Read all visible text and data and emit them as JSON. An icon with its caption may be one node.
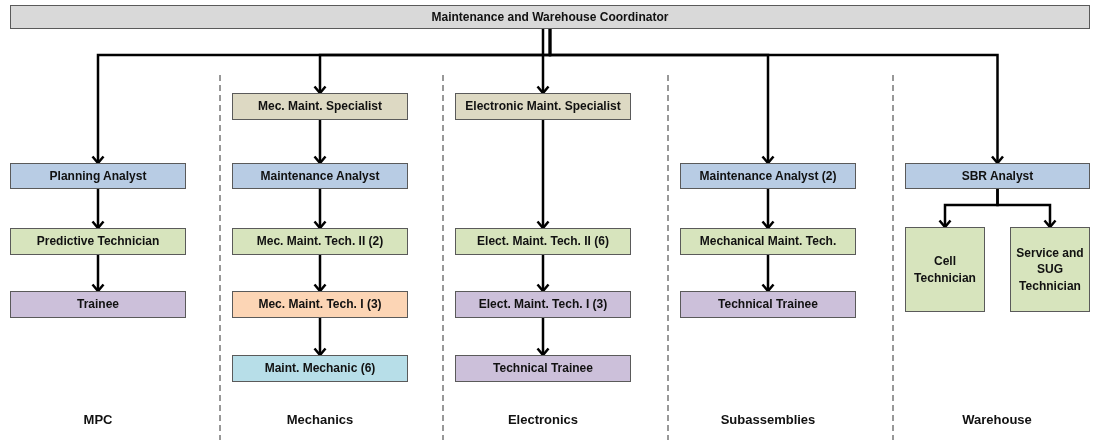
{
  "diagram": {
    "nodes": [
      {
        "text": [
          "Maintenance and Warehouse Coordinator"
        ]
      },
      {
        "text": [
          "Planning Analyst"
        ]
      },
      {
        "text": [
          "Predictive Technician"
        ]
      },
      {
        "text": [
          "Trainee"
        ]
      },
      {
        "text": [
          "Mec. Maint. Specialist"
        ]
      },
      {
        "text": [
          "Maintenance Analyst"
        ]
      },
      {
        "text": [
          "Mec. Maint. Tech. II (2)"
        ]
      },
      {
        "text": [
          "Mec. Maint. Tech. I (3)"
        ]
      },
      {
        "text": [
          "Maint. Mechanic (6)"
        ]
      },
      {
        "text": [
          "Electronic Maint. Specialist"
        ]
      },
      {
        "text": [
          "Elect. Maint. Tech. II (6)"
        ]
      },
      {
        "text": [
          "Elect. Maint. Tech. I (3)"
        ]
      },
      {
        "text": [
          "Technical Trainee"
        ]
      },
      {
        "text": [
          "Maintenance Analyst (2)"
        ]
      },
      {
        "text": [
          "Mechanical Maint. Tech."
        ]
      },
      {
        "text": [
          "Technical Trainee"
        ]
      },
      {
        "text": [
          "SBR Analyst"
        ]
      },
      {
        "text": [
          "Cell Technician"
        ]
      },
      {
        "text": [
          "Service and SUG Technician"
        ]
      }
    ],
    "edges": [
      {
        "from": 0,
        "to": 1,
        "arrow": "to"
      },
      {
        "from": 0,
        "to": 4,
        "arrow": "to"
      },
      {
        "from": 0,
        "to": 9,
        "arrow": "to"
      },
      {
        "from": 0,
        "to": 13,
        "arrow": "to"
      },
      {
        "from": 0,
        "to": 16,
        "arrow": "to"
      },
      {
        "from": 1,
        "to": 2,
        "arrow": "to"
      },
      {
        "from": 2,
        "to": 3,
        "arrow": "to"
      },
      {
        "from": 4,
        "to": 5,
        "arrow": "to"
      },
      {
        "from": 5,
        "to": 6,
        "arrow": "to"
      },
      {
        "from": 6,
        "to": 7,
        "arrow": "to"
      },
      {
        "from": 7,
        "to": 8,
        "arrow": "to"
      },
      {
        "from": 9,
        "to": 10,
        "arrow": "to"
      },
      {
        "from": 10,
        "to": 11,
        "arrow": "to"
      },
      {
        "from": 11,
        "to": 12,
        "arrow": "to"
      },
      {
        "from": 13,
        "to": 14,
        "arrow": "to"
      },
      {
        "from": 14,
        "to": 15,
        "arrow": "to"
      },
      {
        "from": 16,
        "to": 17,
        "arrow": "to"
      },
      {
        "from": 16,
        "to": 18,
        "arrow": "to"
      }
    ],
    "labels": [
      "MPC",
      "Mechanics",
      "Electronics",
      "Subassemblies",
      "Warehouse"
    ]
  }
}
